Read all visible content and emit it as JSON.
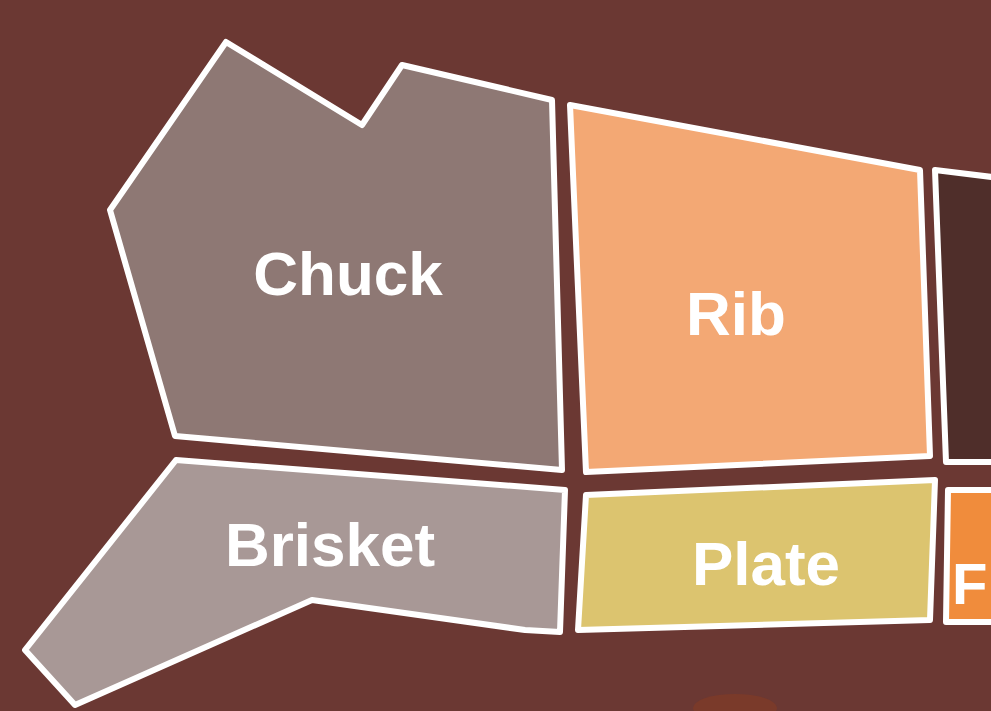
{
  "diagram": {
    "nodes": [
      {
        "text": [
          "Chuck"
        ]
      },
      {
        "text": [
          "Rib"
        ]
      },
      {
        "text": [
          "Brisket"
        ]
      },
      {
        "text": [
          "Plate"
        ]
      },
      {
        "text": [
          "F"
        ]
      }
    ]
  }
}
